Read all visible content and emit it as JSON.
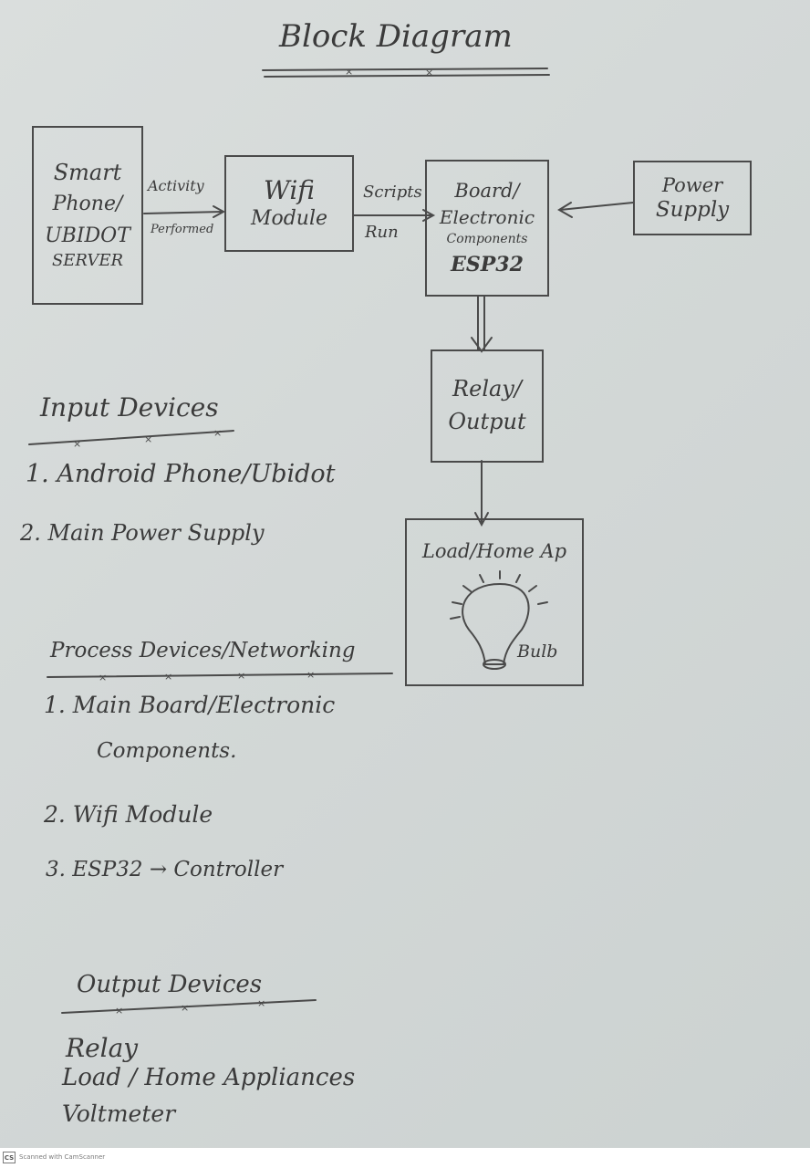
{
  "title": "Block Diagram",
  "diagram": {
    "smartphone": {
      "line1": "Smart",
      "line2": "Phone/",
      "line3": "UBIDOT",
      "line4": "SERVER"
    },
    "arrow1": {
      "top": "Activity",
      "bottom": "Performed"
    },
    "wifi": {
      "line1": "Wifi",
      "line2": "Module"
    },
    "arrow2": {
      "top": "Scripts",
      "bottom": "Run"
    },
    "board": {
      "line1": "Board/",
      "line2": "Electronic",
      "line3": "Components",
      "line4": "ESP32"
    },
    "power": {
      "line1": "Power",
      "line2": "Supply"
    },
    "relay": {
      "line1": "Relay/",
      "line2": "Output"
    },
    "load": {
      "title": "Load/Home Ap",
      "bulb_label": "Bulb"
    }
  },
  "input_section": {
    "heading": "Input Devices",
    "items": [
      "1. Android Phone/Ubidot",
      "2. Main Power Supply"
    ]
  },
  "process_section": {
    "heading": "Process Devices/Networking",
    "item1_line1": "1. Main Board/Electronic",
    "item1_line2": "Components.",
    "item2": "2. Wifi Module",
    "item3": "3. ESP32 → Controller"
  },
  "output_section": {
    "heading": "Output Devices",
    "items": [
      "Relay",
      "Load / Home Appliances",
      "Voltmeter"
    ]
  },
  "footer": {
    "logo": "CS",
    "text": "Scanned with CamScanner"
  },
  "colors": {
    "paper": "#d6dbda",
    "ink": "#3b3b3b",
    "pencil": "#4a4a4a"
  }
}
